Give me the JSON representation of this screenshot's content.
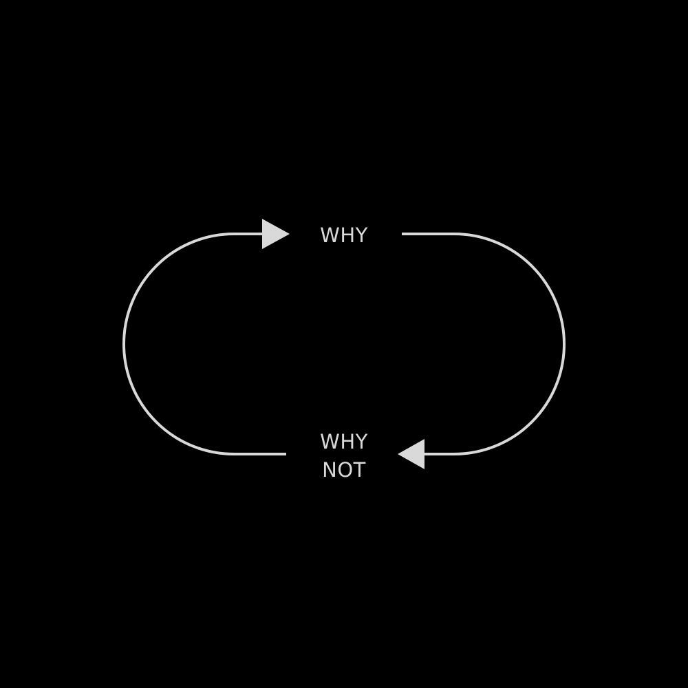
{
  "diagram": {
    "type": "cycle",
    "line_color": "#d9d9d9",
    "background_color": "#000000",
    "nodes": [
      {
        "id": "why",
        "lines": [
          "WHY"
        ]
      },
      {
        "id": "why-not",
        "lines": [
          "WHY",
          "NOT"
        ]
      }
    ],
    "edges": [
      {
        "from": "why",
        "to": "why-not",
        "route": "right-arc"
      },
      {
        "from": "why-not",
        "to": "why",
        "route": "left-arc"
      }
    ]
  }
}
